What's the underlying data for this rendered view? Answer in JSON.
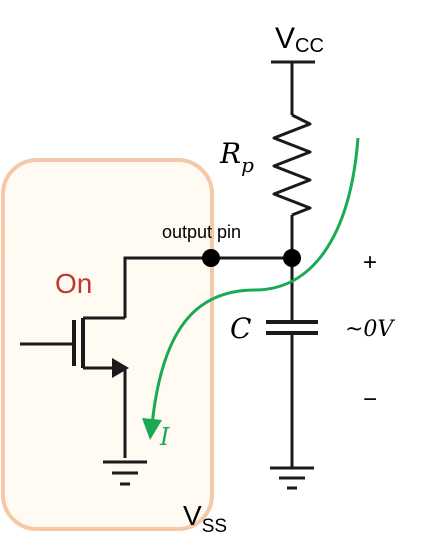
{
  "labels": {
    "vcc_main": "V",
    "vcc_sub": "CC",
    "resistor_main": "R",
    "resistor_sub": "p",
    "output_pin": "output pin",
    "transistor_state": "On",
    "capacitor": "C",
    "voltage": "~0V",
    "plus": "+",
    "minus": "−",
    "current": "I",
    "vss_main": "V",
    "vss_sub": "SS"
  },
  "colors": {
    "wire": "#1a1a1a",
    "on_label": "#c0392b",
    "current_arrow": "#1aaa55",
    "chip_fill": "#fffaf2",
    "chip_border": "#f4c9a8"
  }
}
